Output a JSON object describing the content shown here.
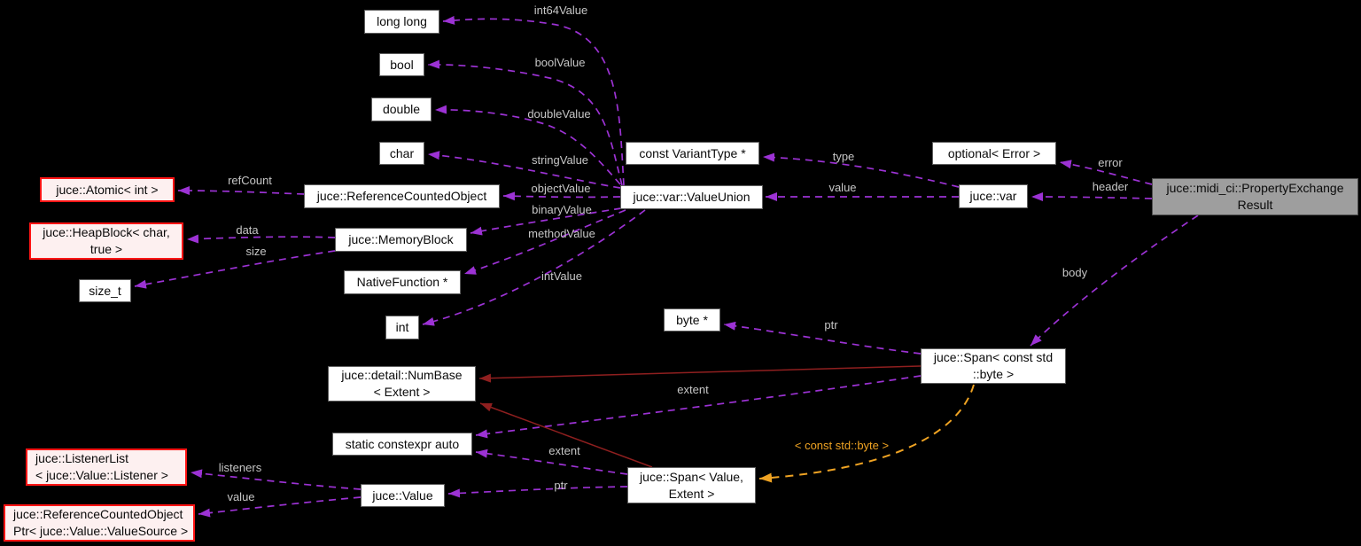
{
  "nodes": {
    "long_long": {
      "label": "long long"
    },
    "bool": {
      "label": "bool"
    },
    "double": {
      "label": "double"
    },
    "char": {
      "label": "char"
    },
    "atomic_int": {
      "label": "juce::Atomic< int >"
    },
    "ref_counted_object": {
      "label": "juce::ReferenceCountedObject"
    },
    "heap_block": {
      "label": "juce::HeapBlock< char,\ntrue >"
    },
    "memory_block": {
      "label": "juce::MemoryBlock"
    },
    "size_t": {
      "label": "size_t"
    },
    "native_function": {
      "label": "NativeFunction *"
    },
    "int": {
      "label": "int"
    },
    "const_variant_type": {
      "label": "const VariantType *"
    },
    "value_union": {
      "label": "juce::var::ValueUnion"
    },
    "optional_error": {
      "label": "optional< Error >"
    },
    "juce_var": {
      "label": "juce::var"
    },
    "property_exchange_result": {
      "label": "juce::midi_ci::PropertyExchange\nResult"
    },
    "byte_ptr": {
      "label": "byte *"
    },
    "span_const_std_byte": {
      "label": "juce::Span< const std\n::byte >"
    },
    "num_base": {
      "label": "juce::detail::NumBase\n< Extent >"
    },
    "static_constexpr_auto": {
      "label": "static constexpr auto"
    },
    "span_value_extent": {
      "label": "juce::Span< Value,\nExtent >"
    },
    "juce_value": {
      "label": "juce::Value"
    },
    "listener_list": {
      "label": "juce::ListenerList\n< juce::Value::Listener >"
    },
    "ref_counted_object_ptr": {
      "label": "juce::ReferenceCountedObject\nPtr< juce::Value::ValueSource >"
    }
  },
  "edge_labels": {
    "int64Value": "int64Value",
    "boolValue": "boolValue",
    "doubleValue": "doubleValue",
    "stringValue": "stringValue",
    "objectValue": "objectValue",
    "binaryValue": "binaryValue",
    "methodValue": "methodValue",
    "intValue": "intValue",
    "refCount": "refCount",
    "data": "data",
    "size": "size",
    "type": "type",
    "value": "value",
    "error": "error",
    "header": "header",
    "body": "body",
    "ptr_body": "ptr",
    "extent_const": "extent",
    "extent_value": "extent",
    "ptr_value": "ptr",
    "listeners": "listeners",
    "value_source": "value",
    "template_args": "< const std::byte >"
  },
  "colors": {
    "background": "#000000",
    "node_fill": "#ffffff",
    "node_border": "#5e5e5e",
    "highlight_fill": "#fdf0f0",
    "highlight_border": "#ff1414",
    "current_node_fill": "#9e9e9e",
    "usage_edge": "#9c32d4",
    "inheritance_edge": "#8f1f1f",
    "template_edge": "#efa323",
    "edge_label_text": "#c6c6c6"
  }
}
